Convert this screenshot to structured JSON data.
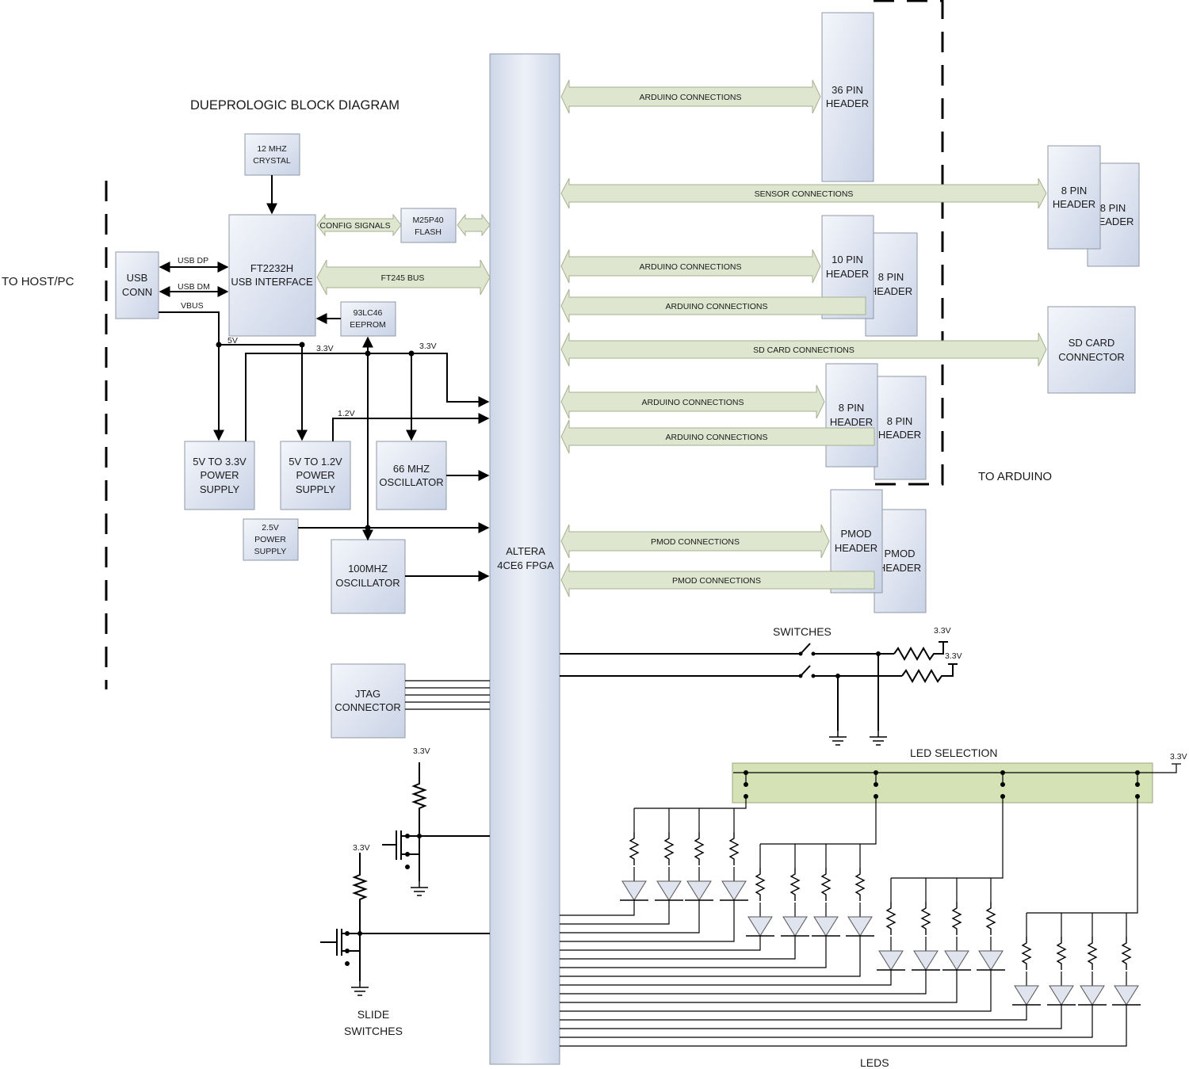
{
  "title": "DUEPROLOGIC BLOCK DIAGRAM",
  "labels": {
    "to_host": "TO HOST/PC",
    "to_arduino": "TO ARDUINO",
    "switches": "SWITCHES",
    "led_selection": "LED SELECTION",
    "slide_switches_1": "SLIDE",
    "slide_switches_2": "SWITCHES",
    "leds": "LEDS"
  },
  "blocks": {
    "crystal": [
      "12 MHZ",
      "CRYSTAL"
    ],
    "ft2232h": [
      "FT2232H",
      "USB INTERFACE"
    ],
    "usb_conn": [
      "USB",
      "CONN"
    ],
    "flash": [
      "M25P40",
      "FLASH"
    ],
    "eeprom": [
      "93LC46",
      "EEPROM"
    ],
    "ps_33": [
      "5V TO 3.3V",
      "POWER",
      "SUPPLY"
    ],
    "ps_12": [
      "5V TO 1.2V",
      "POWER",
      "SUPPLY"
    ],
    "osc_66": [
      "66 MHZ",
      "OSCILLATOR"
    ],
    "ps_25": [
      "2.5V",
      "POWER",
      "SUPPLY"
    ],
    "osc_100": [
      "100MHZ",
      "OSCILLATOR"
    ],
    "jtag": [
      "JTAG",
      "CONNECTOR"
    ],
    "fpga": [
      "ALTERA",
      "4CE6  FPGA"
    ],
    "hdr36": [
      "36 PIN",
      "HEADER"
    ],
    "hdr8_sensor_a": [
      "8 PIN",
      "HEADER"
    ],
    "hdr8_sensor_b": [
      "8 PIN",
      "EADER"
    ],
    "hdr10": [
      "10 PIN",
      "HEADER"
    ],
    "hdr8_b": [
      "8 PIN",
      "HEADER"
    ],
    "sd_card": [
      "SD CARD",
      "CONNECTOR"
    ],
    "hdr8_c": [
      "8 PIN",
      "HEADER"
    ],
    "hdr8_d": [
      "8 PIN",
      "HEADER"
    ],
    "pmod_a": [
      "PMOD",
      "HEADER"
    ],
    "pmod_b": [
      "PMOD",
      "HEADER"
    ]
  },
  "buses": {
    "config": "CONFIG SIGNALS",
    "ft245": "FT245 BUS",
    "arduino_1": "ARDUINO CONNECTIONS",
    "sensor": "SENSOR CONNECTIONS",
    "arduino_2": "ARDUINO CONNECTIONS",
    "arduino_3": "ARDUINO CONNECTIONS",
    "sd": "SD CARD CONNECTIONS",
    "arduino_4": "ARDUINO CONNECTIONS",
    "arduino_5": "ARDUINO CONNECTIONS",
    "pmod_1": "PMOD CONNECTIONS",
    "pmod_2": "PMOD CONNECTIONS"
  },
  "signals": {
    "usb_dp": "USB DP",
    "usb_dm": "USB DM",
    "vbus": "VBUS",
    "v5": "5V",
    "v33_a": "3.3V",
    "v33_b": "3.3V",
    "v12": "1.2V",
    "sw_v33_a": "3.3V",
    "sw_v33_b": "3.3V",
    "led_v33": "3.3V",
    "slide_v33_a": "3.3V",
    "slide_v33_b": "3.3V"
  }
}
